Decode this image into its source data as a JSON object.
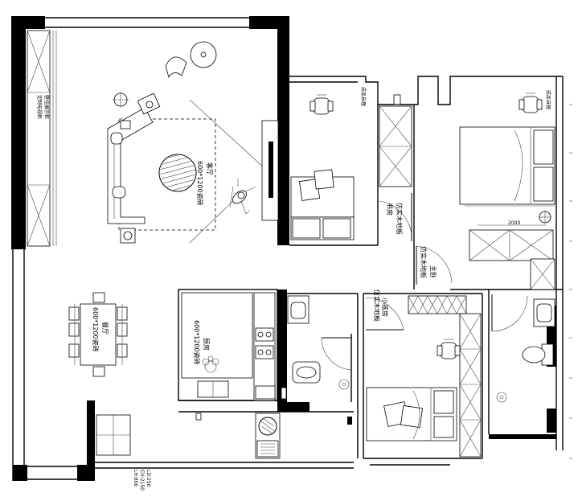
{
  "labels": {
    "living": "客厅",
    "living_floor": "600*1200瓷砖",
    "dining": "餐厅",
    "dining_floor": "600*1200瓷砖",
    "kitchen": "厨房",
    "kitchen_floor": "600*1200瓷砖",
    "master": "主卧",
    "master_floor": "仿实木地板",
    "child": "小孩房",
    "child_floor": "仿实木地板",
    "study": "书房",
    "study_floor": "仿实木地板",
    "finished_product_1": "成品自理",
    "finished_product_2": "成品自理",
    "wardrobe_dim": "2000",
    "left_cabinet_1": "定制电视柜",
    "left_cabinet_2": "壁挂展示柜",
    "level_1": "LH:800",
    "level_2": "CH:2150",
    "level_3": "LD:250"
  }
}
